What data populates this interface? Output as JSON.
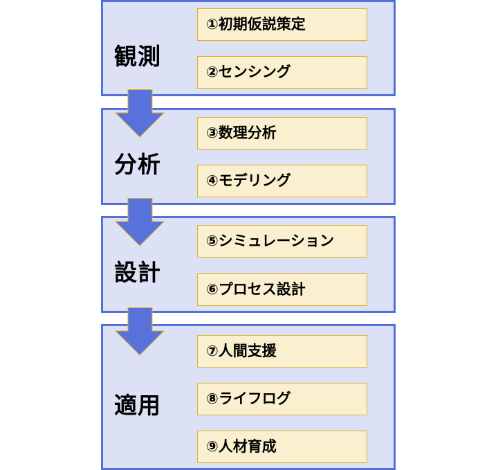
{
  "colors": {
    "group_fill": "#dce1f6",
    "group_border": "#5470d8",
    "item_fill": "#faf0d0",
    "item_border": "#e0b020",
    "arrow": "#5872dc"
  },
  "groups": [
    {
      "label": "観測",
      "items": [
        "①初期仮説策定",
        "②センシング"
      ]
    },
    {
      "label": "分析",
      "items": [
        "③数理分析",
        "④モデリング"
      ]
    },
    {
      "label": "設計",
      "items": [
        "⑤シミュレーション",
        "⑥プロセス設計"
      ]
    },
    {
      "label": "適用",
      "items": [
        "⑦人間支援",
        "⑧ライフログ",
        "⑨人材育成"
      ]
    }
  ]
}
